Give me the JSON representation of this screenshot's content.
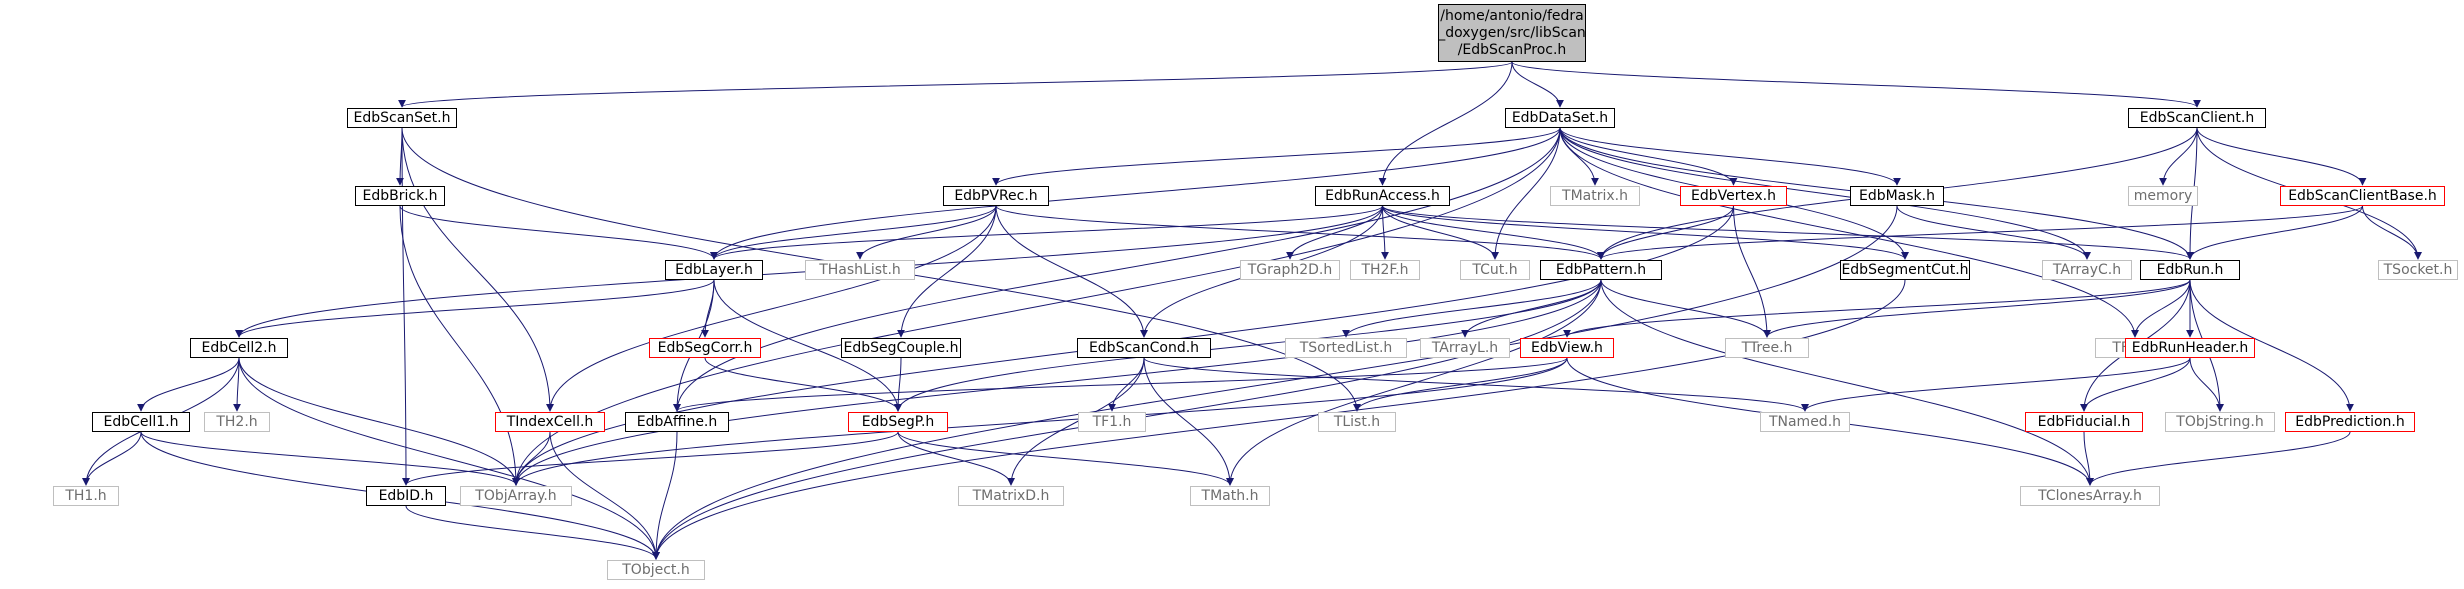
{
  "diagram": {
    "nodes": [
      {
        "id": "root",
        "label": "/home/antonio/fedra\n_doxygen/src/libScan\n/EdbScanProc.h",
        "kind": "root"
      },
      {
        "id": "EdbScanSet",
        "label": "EdbScanSet.h",
        "kind": "normal"
      },
      {
        "id": "EdbDataSet",
        "label": "EdbDataSet.h",
        "kind": "normal"
      },
      {
        "id": "EdbScanClient",
        "label": "EdbScanClient.h",
        "kind": "normal"
      },
      {
        "id": "EdbBrick",
        "label": "EdbBrick.h",
        "kind": "normal"
      },
      {
        "id": "EdbPVRec",
        "label": "EdbPVRec.h",
        "kind": "normal"
      },
      {
        "id": "EdbRunAccess",
        "label": "EdbRunAccess.h",
        "kind": "normal"
      },
      {
        "id": "TMatrix",
        "label": "TMatrix.h",
        "kind": "external"
      },
      {
        "id": "EdbVertex",
        "label": "EdbVertex.h",
        "kind": "missing"
      },
      {
        "id": "EdbMask",
        "label": "EdbMask.h",
        "kind": "normal"
      },
      {
        "id": "memory",
        "label": "memory",
        "kind": "external"
      },
      {
        "id": "EdbScanClientBase",
        "label": "EdbScanClientBase.h",
        "kind": "missing"
      },
      {
        "id": "EdbLayer",
        "label": "EdbLayer.h",
        "kind": "normal"
      },
      {
        "id": "THashList",
        "label": "THashList.h",
        "kind": "external"
      },
      {
        "id": "TGraph2D",
        "label": "TGraph2D.h",
        "kind": "external"
      },
      {
        "id": "TH2F",
        "label": "TH2F.h",
        "kind": "external"
      },
      {
        "id": "TCut",
        "label": "TCut.h",
        "kind": "external"
      },
      {
        "id": "EdbPattern",
        "label": "EdbPattern.h",
        "kind": "normal"
      },
      {
        "id": "EdbSegmentCut",
        "label": "EdbSegmentCut.h",
        "kind": "normal"
      },
      {
        "id": "TArrayC",
        "label": "TArrayC.h",
        "kind": "external"
      },
      {
        "id": "EdbRun",
        "label": "EdbRun.h",
        "kind": "normal"
      },
      {
        "id": "TSocket",
        "label": "TSocket.h",
        "kind": "external"
      },
      {
        "id": "EdbCell2",
        "label": "EdbCell2.h",
        "kind": "normal"
      },
      {
        "id": "EdbSegCorr",
        "label": "EdbSegCorr.h",
        "kind": "missing"
      },
      {
        "id": "EdbSegCouple",
        "label": "EdbSegCouple.h",
        "kind": "normal"
      },
      {
        "id": "EdbScanCond",
        "label": "EdbScanCond.h",
        "kind": "normal"
      },
      {
        "id": "TSortedList",
        "label": "TSortedList.h",
        "kind": "external"
      },
      {
        "id": "TArrayL",
        "label": "TArrayL.h",
        "kind": "external"
      },
      {
        "id": "EdbView",
        "label": "EdbView.h",
        "kind": "missing"
      },
      {
        "id": "TTree",
        "label": "TTree.h",
        "kind": "external"
      },
      {
        "id": "TFile",
        "label": "TFile.h",
        "kind": "external"
      },
      {
        "id": "EdbRunHeader",
        "label": "EdbRunHeader.h",
        "kind": "missing"
      },
      {
        "id": "EdbCell1",
        "label": "EdbCell1.h",
        "kind": "normal"
      },
      {
        "id": "TH2",
        "label": "TH2.h",
        "kind": "external"
      },
      {
        "id": "TIndexCell",
        "label": "TIndexCell.h",
        "kind": "missing"
      },
      {
        "id": "EdbAffine",
        "label": "EdbAffine.h",
        "kind": "normal"
      },
      {
        "id": "EdbSegP",
        "label": "EdbSegP.h",
        "kind": "missing"
      },
      {
        "id": "TF1",
        "label": "TF1.h",
        "kind": "external"
      },
      {
        "id": "TList",
        "label": "TList.h",
        "kind": "external"
      },
      {
        "id": "TNamed",
        "label": "TNamed.h",
        "kind": "external"
      },
      {
        "id": "EdbFiducial",
        "label": "EdbFiducial.h",
        "kind": "missing"
      },
      {
        "id": "TObjString",
        "label": "TObjString.h",
        "kind": "external"
      },
      {
        "id": "EdbPrediction",
        "label": "EdbPrediction.h",
        "kind": "missing"
      },
      {
        "id": "TH1",
        "label": "TH1.h",
        "kind": "external"
      },
      {
        "id": "EdbID",
        "label": "EdbID.h",
        "kind": "normal"
      },
      {
        "id": "TObjArray",
        "label": "TObjArray.h",
        "kind": "external"
      },
      {
        "id": "TMatrixD",
        "label": "TMatrixD.h",
        "kind": "external"
      },
      {
        "id": "TMath",
        "label": "TMath.h",
        "kind": "external"
      },
      {
        "id": "TClonesArray",
        "label": "TClonesArray.h",
        "kind": "external"
      },
      {
        "id": "TObject",
        "label": "TObject.h",
        "kind": "external"
      }
    ],
    "edges": [
      [
        "root",
        "EdbScanSet"
      ],
      [
        "root",
        "EdbDataSet"
      ],
      [
        "root",
        "EdbScanClient"
      ],
      [
        "root",
        "EdbRunAccess"
      ],
      [
        "EdbScanSet",
        "EdbBrick"
      ],
      [
        "EdbScanSet",
        "TIndexCell"
      ],
      [
        "EdbScanSet",
        "EdbID"
      ],
      [
        "EdbScanSet",
        "TList"
      ],
      [
        "EdbBrick",
        "EdbLayer"
      ],
      [
        "EdbBrick",
        "TObjArray"
      ],
      [
        "EdbDataSet",
        "EdbPVRec"
      ],
      [
        "EdbDataSet",
        "EdbLayer"
      ],
      [
        "EdbDataSet",
        "EdbAffine"
      ],
      [
        "EdbDataSet",
        "TObjArray"
      ],
      [
        "EdbDataSet",
        "TMatrix"
      ],
      [
        "EdbDataSet",
        "EdbVertex"
      ],
      [
        "EdbDataSet",
        "EdbMask"
      ],
      [
        "EdbDataSet",
        "TCut"
      ],
      [
        "EdbDataSet",
        "EdbSegmentCut"
      ],
      [
        "EdbDataSet",
        "TArrayC"
      ],
      [
        "EdbDataSet",
        "EdbRun"
      ],
      [
        "EdbDataSet",
        "TFile"
      ],
      [
        "EdbScanClient",
        "EdbPattern"
      ],
      [
        "EdbScanClient",
        "memory"
      ],
      [
        "EdbScanClient",
        "EdbScanClientBase"
      ],
      [
        "EdbScanClient",
        "EdbRun"
      ],
      [
        "EdbScanClient",
        "TSocket"
      ],
      [
        "EdbScanClientBase",
        "EdbPattern"
      ],
      [
        "EdbScanClientBase",
        "EdbRun"
      ],
      [
        "EdbScanClientBase",
        "TSocket"
      ],
      [
        "EdbPVRec",
        "EdbLayer"
      ],
      [
        "EdbPVRec",
        "THashList"
      ],
      [
        "EdbPVRec",
        "EdbSegCouple"
      ],
      [
        "EdbPVRec",
        "EdbScanCond"
      ],
      [
        "EdbPVRec",
        "EdbPattern"
      ],
      [
        "EdbPVRec",
        "TIndexCell"
      ],
      [
        "EdbRunAccess",
        "EdbLayer"
      ],
      [
        "EdbRunAccess",
        "EdbCell2"
      ],
      [
        "EdbRunAccess",
        "TGraph2D"
      ],
      [
        "EdbRunAccess",
        "TH2F"
      ],
      [
        "EdbRunAccess",
        "TCut"
      ],
      [
        "EdbRunAccess",
        "EdbPattern"
      ],
      [
        "EdbRunAccess",
        "EdbScanCond"
      ],
      [
        "EdbRunAccess",
        "EdbSegmentCut"
      ],
      [
        "EdbRunAccess",
        "EdbRun"
      ],
      [
        "EdbVertex",
        "EdbPattern"
      ],
      [
        "EdbVertex",
        "TTree"
      ],
      [
        "EdbVertex",
        "TObjArray"
      ],
      [
        "EdbMask",
        "TArrayC"
      ],
      [
        "EdbMask",
        "TObject"
      ],
      [
        "EdbLayer",
        "EdbCell2"
      ],
      [
        "EdbLayer",
        "EdbSegCorr"
      ],
      [
        "EdbLayer",
        "EdbSegP"
      ],
      [
        "EdbLayer",
        "EdbAffine"
      ],
      [
        "EdbPattern",
        "EdbSegP"
      ],
      [
        "EdbPattern",
        "TSortedList"
      ],
      [
        "EdbPattern",
        "TArrayL"
      ],
      [
        "EdbPattern",
        "TTree"
      ],
      [
        "EdbPattern",
        "TObjArray"
      ],
      [
        "EdbPattern",
        "TClonesArray"
      ],
      [
        "EdbPattern",
        "TMath"
      ],
      [
        "EdbPattern",
        "TObject"
      ],
      [
        "EdbSegmentCut",
        "TObject"
      ],
      [
        "EdbRun",
        "EdbView"
      ],
      [
        "EdbRun",
        "TTree"
      ],
      [
        "EdbRun",
        "TFile"
      ],
      [
        "EdbRun",
        "EdbRunHeader"
      ],
      [
        "EdbRun",
        "EdbFiducial"
      ],
      [
        "EdbRun",
        "TObjString"
      ],
      [
        "EdbRun",
        "EdbPrediction"
      ],
      [
        "EdbCell2",
        "EdbCell1"
      ],
      [
        "EdbCell2",
        "TH2"
      ],
      [
        "EdbCell2",
        "TH1"
      ],
      [
        "EdbCell2",
        "TObjArray"
      ],
      [
        "EdbCell2",
        "TObject"
      ],
      [
        "EdbCell1",
        "TH1"
      ],
      [
        "EdbCell1",
        "TObjArray"
      ],
      [
        "EdbCell1",
        "TObject"
      ],
      [
        "EdbSegCorr",
        "EdbSegP"
      ],
      [
        "EdbSegCouple",
        "EdbSegP"
      ],
      [
        "EdbScanCond",
        "TF1"
      ],
      [
        "EdbScanCond",
        "TNamed"
      ],
      [
        "EdbScanCond",
        "TMath"
      ],
      [
        "EdbScanCond",
        "TMatrixD"
      ],
      [
        "EdbView",
        "EdbAffine"
      ],
      [
        "EdbView",
        "TList"
      ],
      [
        "EdbView",
        "TObjArray"
      ],
      [
        "EdbView",
        "TClonesArray"
      ],
      [
        "EdbRunHeader",
        "TNamed"
      ],
      [
        "EdbRunHeader",
        "EdbFiducial"
      ],
      [
        "EdbRunHeader",
        "TObjString"
      ],
      [
        "EdbFiducial",
        "TClonesArray"
      ],
      [
        "EdbPrediction",
        "TClonesArray"
      ],
      [
        "TIndexCell",
        "TObjArray"
      ],
      [
        "TIndexCell",
        "TObject"
      ],
      [
        "EdbAffine",
        "TObject"
      ],
      [
        "EdbSegP",
        "EdbID"
      ],
      [
        "EdbSegP",
        "TMatrixD"
      ],
      [
        "EdbSegP",
        "TMath"
      ],
      [
        "EdbID",
        "TObject"
      ]
    ]
  }
}
